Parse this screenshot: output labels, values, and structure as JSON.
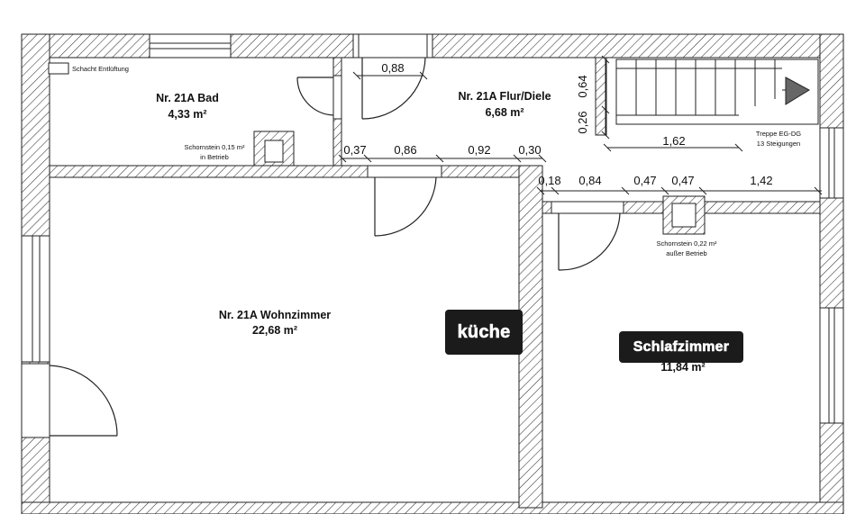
{
  "rooms": {
    "bad": {
      "name": "Nr. 21A  Bad",
      "area": "4,33 m²"
    },
    "flur": {
      "name": "Nr. 21A  Flur/Diele",
      "area": "6,68 m²"
    },
    "wohnzimmer": {
      "name": "Nr. 21A  Wohnzimmer",
      "area": "22,68  m²"
    },
    "schlafzimmer": {
      "area": "11,84  m²"
    }
  },
  "notes": {
    "schacht": "Schacht Entlüftung",
    "schornstein_bad_1": "Schornstein 0,15 m²",
    "schornstein_bad_2": "in Betrieb",
    "schornstein_schlaf_1": "Schornstein 0,22 m²",
    "schornstein_schlaf_2": "außer Betrieb",
    "treppe_1": "Treppe  EG-DG",
    "treppe_2": "13 Steigungen"
  },
  "dimensions": {
    "door_top": "0,88",
    "stair_v1": "0,64",
    "stair_v2": "0,26",
    "stair_width": "1,62",
    "row1": [
      "0,37",
      "0,86",
      "0,92",
      "0,30"
    ],
    "row2": [
      "0,18",
      "0,84",
      "0,47",
      "0,47",
      "1,42"
    ]
  },
  "stickers": {
    "kueche": "küche",
    "schlafzimmer": "Schlafzimmer"
  }
}
